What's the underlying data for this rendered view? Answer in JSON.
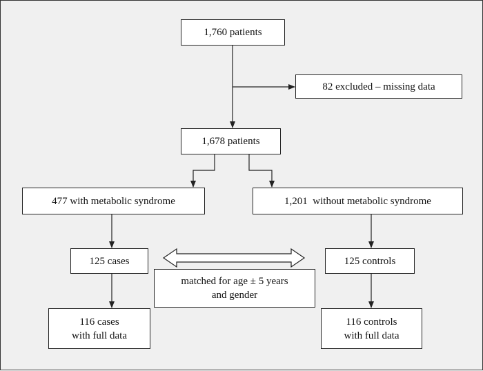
{
  "flowchart": {
    "total": "1,760 patients",
    "excluded": "82 excluded – missing data",
    "included": "1,678 patients",
    "with_ms": "477 with metabolic syndrome",
    "without_ms": "1,201  without metabolic syndrome",
    "cases": "125 cases",
    "controls": "125 controls",
    "matched": [
      "matched for age ± 5 years",
      "and gender"
    ],
    "cases_full": [
      "116 cases",
      "with full data"
    ],
    "controls_full": [
      "116 controls",
      "with full data"
    ]
  },
  "colors": {
    "background": "#f0f0f0",
    "box": "#ffffff",
    "line": "#222222"
  }
}
